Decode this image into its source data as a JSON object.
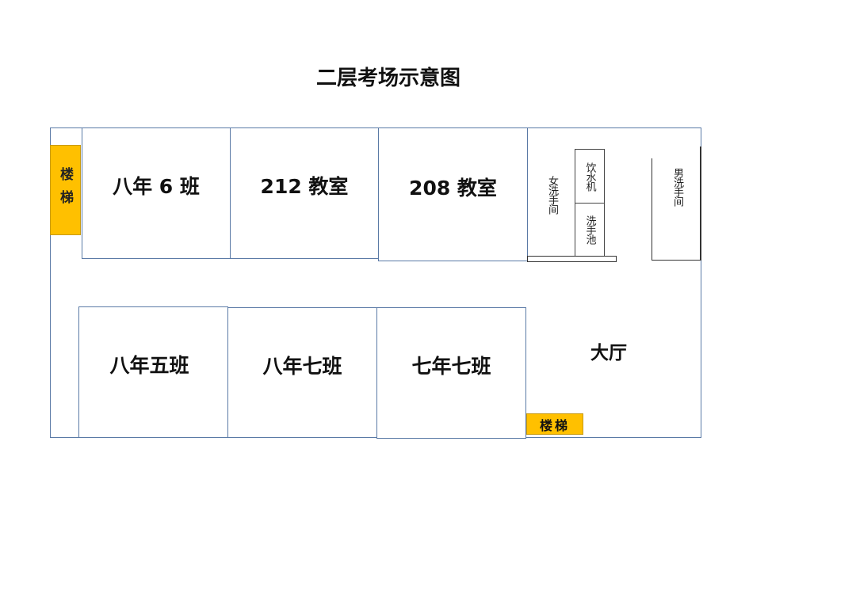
{
  "title": "二层考场示意图",
  "rooms_top": [
    "八年 6 班",
    "212 教室",
    "208 教室"
  ],
  "rooms_bottom": [
    "八年五班",
    "八年七班",
    "七年七班"
  ],
  "stairs": [
    "楼梯",
    "楼梯"
  ],
  "womens_restroom": "女洗手间",
  "water_dispenser": "饮水机",
  "sink": "洗手池",
  "mens_restroom": "男洗手间",
  "hall": "大厅",
  "colors": {
    "stair": "#ffc000",
    "border": "#5a7aa6"
  }
}
